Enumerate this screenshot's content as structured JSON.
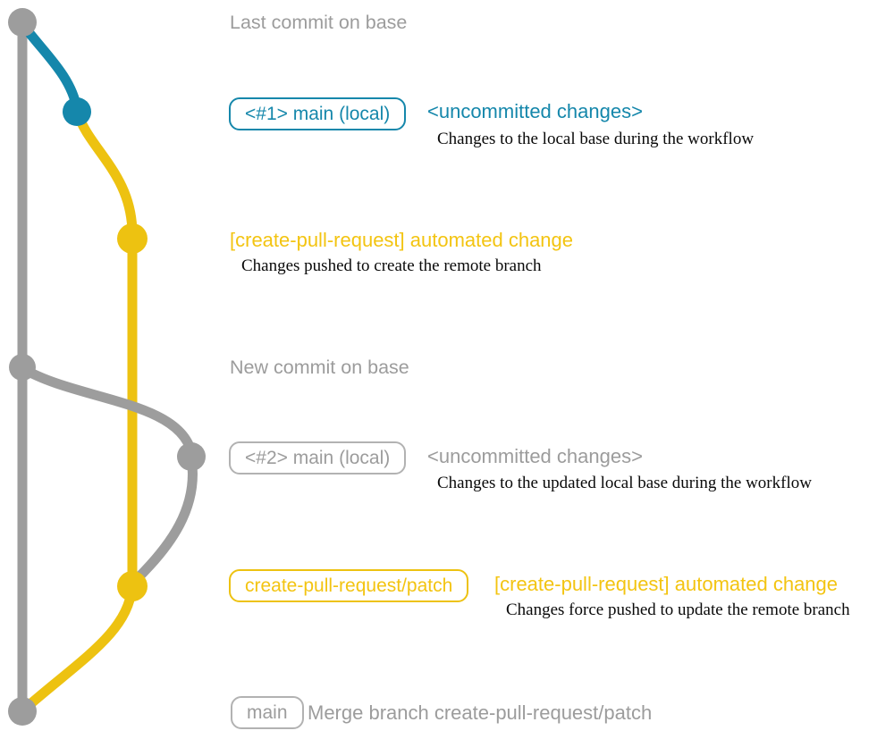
{
  "colors": {
    "background": "#ffffff",
    "gray_line": "#9d9d9d",
    "gray_text": "#9c9c9c",
    "gray_border": "#b2b2b2",
    "teal": "#1587ab",
    "yellow": "#edc211",
    "yellow_text": "#f3c411",
    "caption_text": "#0a0a0a"
  },
  "annotations": {
    "top_note": "Last commit on base",
    "mid_note": "New commit on base",
    "row1": {
      "badge": "<#1> main (local)",
      "title": "<uncommitted changes>",
      "caption": "Changes to the local base during the workflow"
    },
    "row2": {
      "title": "[create-pull-request] automated change",
      "caption": "Changes pushed to create the remote branch"
    },
    "row3": {
      "badge": "<#2> main (local)",
      "title": "<uncommitted changes>",
      "caption": "Changes to the updated local base during the workflow"
    },
    "row4": {
      "badge": "create-pull-request/patch",
      "title": "[create-pull-request] automated change",
      "caption": "Changes force pushed to update the remote branch"
    },
    "row5": {
      "badge": "main",
      "title": "Merge branch create-pull-request/patch"
    }
  }
}
